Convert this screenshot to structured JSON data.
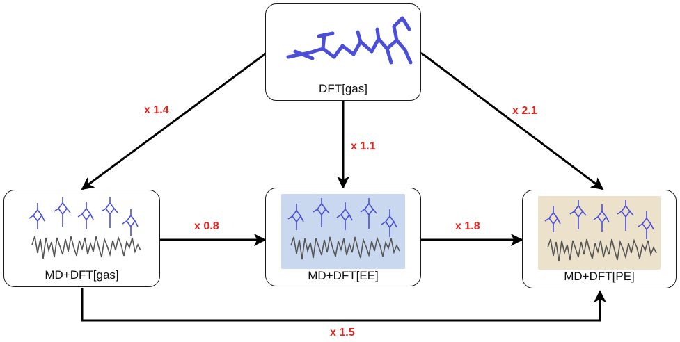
{
  "nodes": {
    "dft_gas": "DFT[gas]",
    "md_gas": "MD+DFT[gas]",
    "md_ee": "MD+DFT[EE]",
    "md_pe": "MD+DFT[PE]"
  },
  "edges": {
    "dft_to_md_gas": "x 1.4",
    "dft_to_md_ee": "x 1.1",
    "dft_to_md_pe": "x 2.1",
    "md_gas_to_md_ee": "x 0.8",
    "md_ee_to_md_pe": "x 1.8",
    "md_gas_to_md_pe": "x 1.5"
  },
  "colors": {
    "molecule": "#4a4ed8",
    "factor_text": "#e8231f",
    "ee_background": "#c9d8ee",
    "pe_background": "#ece2cc",
    "trace": "#555555"
  }
}
